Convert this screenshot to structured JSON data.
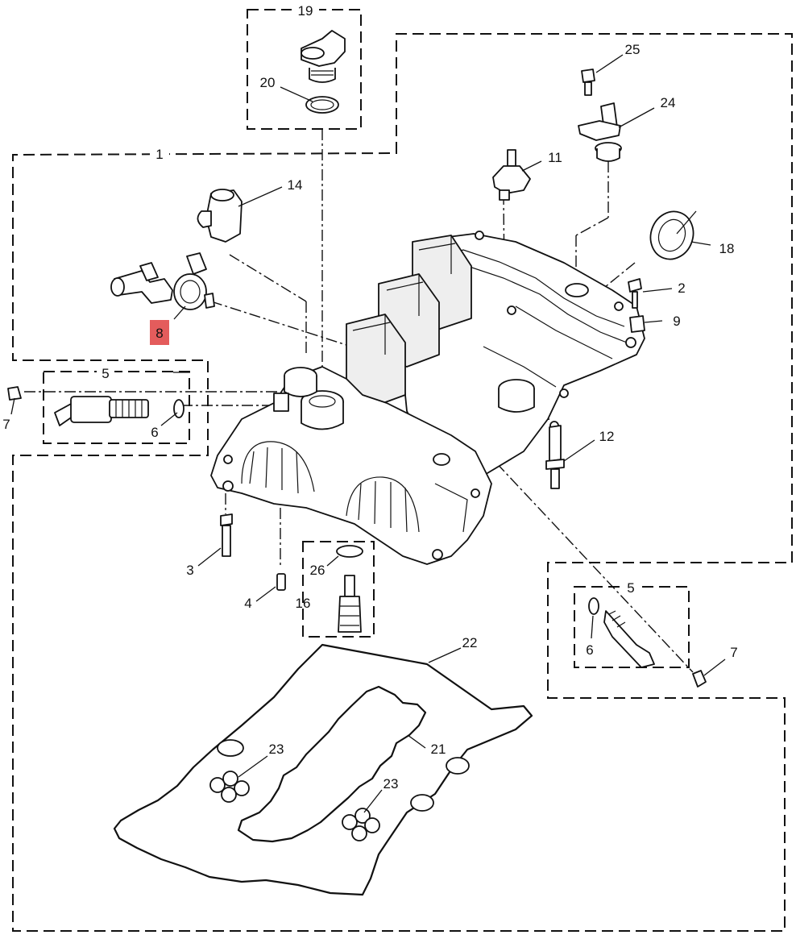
{
  "callouts": {
    "c1": "1",
    "c2": "2",
    "c3": "3",
    "c4": "4",
    "c5a": "5",
    "c5b": "5",
    "c6a": "6",
    "c6b": "6",
    "c7a": "7",
    "c7b": "7",
    "c8": "8",
    "c9": "9",
    "c11": "11",
    "c12": "12",
    "c14": "14",
    "c16": "16",
    "c18": "18",
    "c19": "19",
    "c20": "20",
    "c21": "21",
    "c22": "22",
    "c23a": "23",
    "c23b": "23",
    "c24": "24",
    "c25": "25",
    "c26": "26"
  },
  "highlight": {
    "part": "8",
    "color": "#e45c5c"
  },
  "colors": {
    "line": "#111111",
    "background": "#ffffff"
  }
}
